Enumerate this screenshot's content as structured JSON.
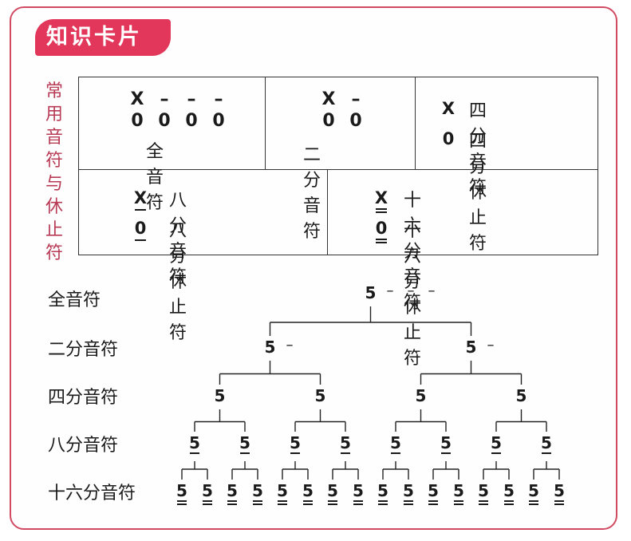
{
  "card": {
    "title": "知识卡片",
    "side_label": [
      "常",
      "用",
      "音",
      "符",
      "与",
      "休",
      "止",
      "符"
    ]
  },
  "table": {
    "whole": {
      "top": [
        "X",
        "–",
        "–",
        "–"
      ],
      "bottom": [
        "0",
        "0",
        "0",
        "0"
      ],
      "caption": "全音符"
    },
    "half": {
      "top": [
        "X",
        "–"
      ],
      "bottom": [
        "0",
        "0"
      ],
      "caption": "二分音符"
    },
    "quarter": {
      "note_sym": "X",
      "note_name": "四分音符",
      "rest_sym": "0",
      "rest_name": "四分休止符"
    },
    "eighth": {
      "note_sym": "X",
      "note_name": "八分音符",
      "rest_sym": "0",
      "rest_name": "八分休止符"
    },
    "sixteenth": {
      "note_sym": "X",
      "note_name": "十六分音符",
      "rest_sym": "0",
      "rest_name": "十六分休止符"
    }
  },
  "tree": {
    "row_labels": [
      "全音符",
      "二分音符",
      "四分音符",
      "八分音符",
      "十六分音符"
    ],
    "note": "5",
    "dash": "–",
    "levels": [
      {
        "count": 1,
        "dashes": 3,
        "underlines": 0
      },
      {
        "count": 2,
        "dashes": 1,
        "underlines": 0
      },
      {
        "count": 4,
        "dashes": 0,
        "underlines": 0
      },
      {
        "count": 8,
        "dashes": 0,
        "underlines": 1
      },
      {
        "count": 16,
        "dashes": 0,
        "underlines": 2
      }
    ]
  }
}
